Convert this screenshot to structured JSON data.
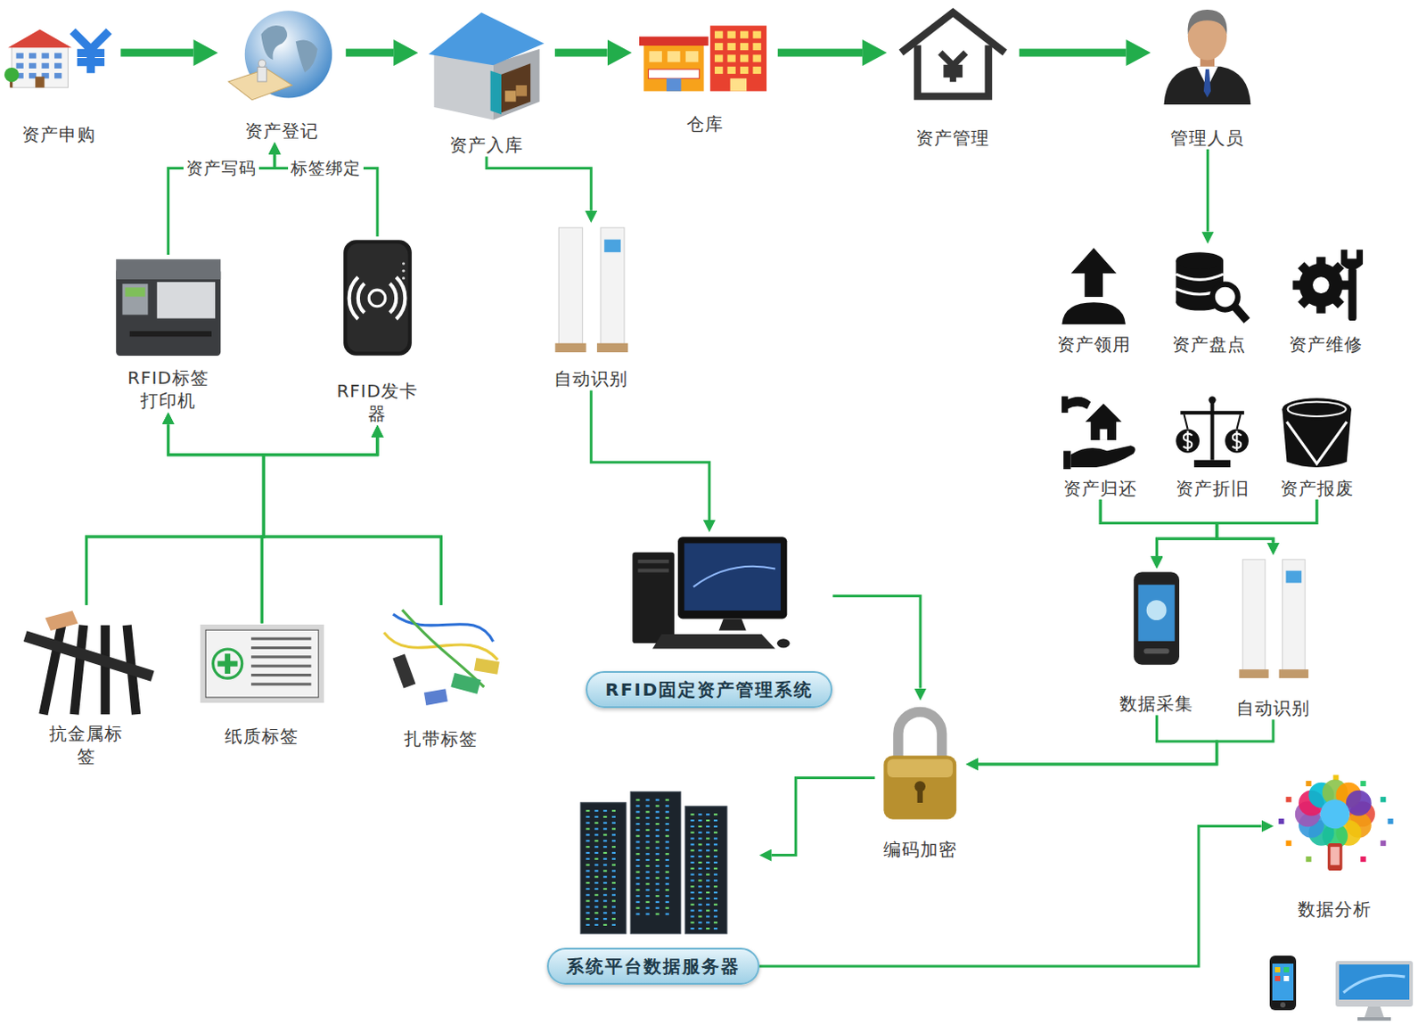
{
  "diagram": {
    "nodes": [
      {
        "text": [
          "资产申购"
        ]
      },
      {
        "text": [
          "资产登记"
        ]
      },
      {
        "text": [
          "资产入库"
        ]
      },
      {
        "text": [
          "仓库"
        ]
      },
      {
        "text": [
          "资产管理"
        ]
      },
      {
        "text": [
          "管理人员"
        ]
      },
      {
        "text": [
          "RFID标签打印机"
        ]
      },
      {
        "text": [
          "RFID发卡器"
        ]
      },
      {
        "text": [
          "自动识别"
        ]
      },
      {
        "text": [
          "抗金属标签"
        ]
      },
      {
        "text": [
          "纸质标签"
        ]
      },
      {
        "text": [
          "扎带标签"
        ]
      },
      {
        "text": [
          "RFID固定资产管理系统"
        ]
      },
      {
        "text": [
          "资产领用"
        ]
      },
      {
        "text": [
          "资产盘点"
        ]
      },
      {
        "text": [
          "资产维修"
        ]
      },
      {
        "text": [
          "资产归还"
        ]
      },
      {
        "text": [
          "资产折旧"
        ]
      },
      {
        "text": [
          "资产报废"
        ]
      },
      {
        "text": [
          "数据采集"
        ]
      },
      {
        "text": [
          "自动识别"
        ]
      },
      {
        "text": [
          "编码加密"
        ]
      },
      {
        "text": [
          "系统平台数据服务器"
        ]
      },
      {
        "text": [
          "数据分析"
        ]
      }
    ],
    "edges": [
      {
        "from": 0,
        "to": 1,
        "arrow": "to"
      },
      {
        "from": 1,
        "to": 2,
        "arrow": "to"
      },
      {
        "from": 2,
        "to": 3,
        "arrow": "to"
      },
      {
        "from": 3,
        "to": 4,
        "arrow": "to"
      },
      {
        "from": 4,
        "to": 5,
        "arrow": "to"
      },
      {
        "from": 6,
        "to": 1,
        "label": "资产写码",
        "arrow": "to"
      },
      {
        "from": 7,
        "to": 1,
        "label": "标签绑定",
        "arrow": "to"
      },
      {
        "from": 2,
        "to": 8,
        "arrow": "to"
      },
      {
        "from": 9,
        "to": 6,
        "arrow": "to"
      },
      {
        "from": 9,
        "to": 7,
        "arrow": "to"
      },
      {
        "from": 10,
        "to": 6,
        "arrow": "to"
      },
      {
        "from": 10,
        "to": 7,
        "arrow": "to"
      },
      {
        "from": 11,
        "to": 6,
        "arrow": "to"
      },
      {
        "from": 11,
        "to": 7,
        "arrow": "to"
      },
      {
        "from": 8,
        "to": 12,
        "arrow": "to"
      },
      {
        "from": 12,
        "to": 21,
        "arrow": "to"
      },
      {
        "from": 5,
        "to": 14,
        "arrow": "to"
      },
      {
        "from": 16,
        "to": 19,
        "arrow": "to"
      },
      {
        "from": 16,
        "to": 20,
        "arrow": "to"
      },
      {
        "from": 18,
        "to": 19,
        "arrow": "to"
      },
      {
        "from": 18,
        "to": 20,
        "arrow": "to"
      },
      {
        "from": 19,
        "to": 21,
        "arrow": "to"
      },
      {
        "from": 20,
        "to": 21,
        "arrow": "to"
      },
      {
        "from": 21,
        "to": 22,
        "arrow": "to"
      },
      {
        "from": 22,
        "to": 23,
        "arrow": "to"
      }
    ]
  }
}
